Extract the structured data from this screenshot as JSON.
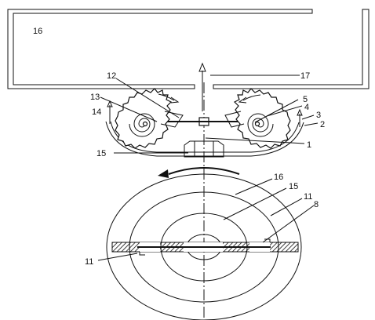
{
  "labels": {
    "l16_box": "16",
    "l17": "17",
    "l12": "12",
    "l13": "13",
    "l14": "14",
    "l5": "5",
    "l4": "4",
    "l3": "3",
    "l2": "2",
    "l1": "1",
    "l15_top": "15",
    "l16_disk": "16",
    "l15_disk": "15",
    "l11_disk": "11",
    "l8": "8",
    "l11_bar": "11"
  }
}
